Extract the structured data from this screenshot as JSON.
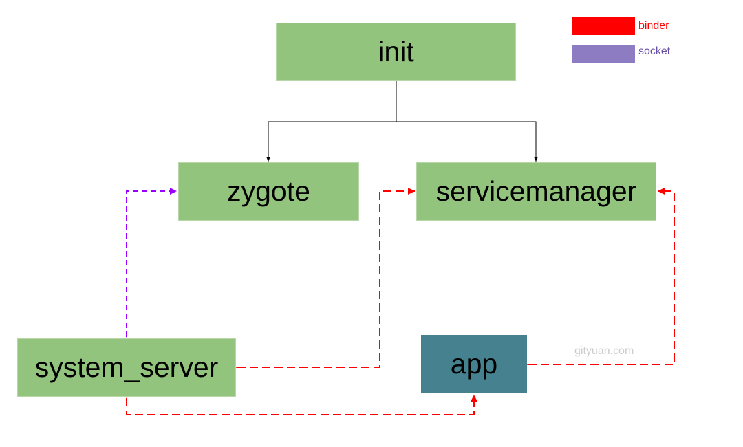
{
  "nodes": {
    "init": "init",
    "zygote": "zygote",
    "servicemanager": "servicemanager",
    "system_server": "system_server",
    "app": "app"
  },
  "legend": [
    {
      "label": "binder",
      "color": "#ff0000"
    },
    {
      "label": "socket",
      "color": "#8e7cc3"
    }
  ],
  "watermark": "gityuan.com",
  "edges": [
    {
      "from": "init",
      "to": "zygote",
      "style": "solid"
    },
    {
      "from": "init",
      "to": "servicemanager",
      "style": "solid"
    },
    {
      "from": "system_server",
      "to": "zygote",
      "type": "socket",
      "style": "dashed",
      "bidirectional": true
    },
    {
      "from": "system_server",
      "to": "servicemanager",
      "type": "binder",
      "style": "dashed",
      "bidirectional": true
    },
    {
      "from": "app",
      "to": "servicemanager",
      "type": "binder",
      "style": "dashed",
      "bidirectional": true
    },
    {
      "from": "system_server",
      "to": "app",
      "type": "binder",
      "style": "dashed",
      "bidirectional": true
    }
  ],
  "colors": {
    "node_fill": "#93c47d",
    "app_fill": "#45818e",
    "binder": "#ff0000",
    "socket": "#9900ff",
    "tree_line": "#000000"
  }
}
